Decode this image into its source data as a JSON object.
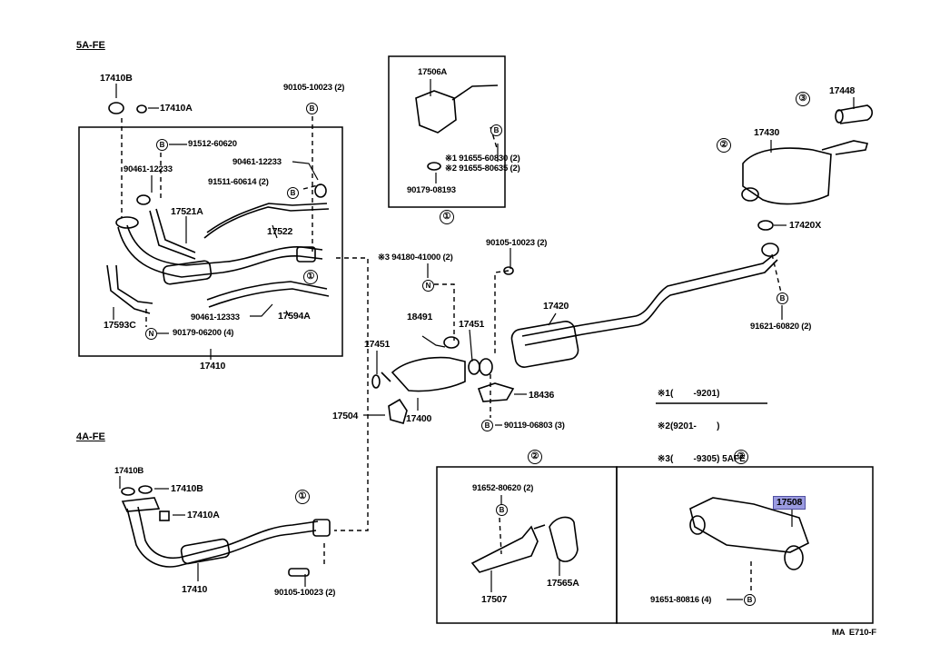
{
  "diagram": {
    "code": "MA  E710-F",
    "highlight_color": "#9b9be0",
    "sections": {
      "s5afe": "5A-FE",
      "s4afe": "4A-FE"
    },
    "callouts": {
      "c1": "①",
      "c2": "②",
      "c3": "③"
    },
    "symbols": {
      "bolt": "B",
      "nut": "N"
    },
    "legend": [
      "※1(        -9201)",
      "※2(9201-        )",
      "※3(        -9305) 5AFE"
    ],
    "parts": {
      "p17410B_top": "17410B",
      "p17410A_top": "17410A",
      "p90105_top": "90105-10023 (2)",
      "p91512": "91512-60620",
      "p90461_a": "90461-12233",
      "p90461_b": "90461-12233",
      "p91511": "91511-60614 (2)",
      "p17521A": "17521A",
      "p17522": "17522",
      "p17593C": "17593C",
      "p90461_c": "90461-12333",
      "p17594A": "17594A",
      "p90179_06200": "90179-06200 (4)",
      "p17410_box": "17410",
      "p17506A": "17506A",
      "p91655_1": "※1  91655-60830 (2)",
      "p91655_2": "※2  91655-80635 (2)",
      "p90179_08193": "90179-08193",
      "p17448": "17448",
      "p17430": "17430",
      "p17420X": "17420X",
      "p91621": "91621-60820 (2)",
      "p94180": "※3  94180-41000 (2)",
      "p90105_mid": "90105-10023 (2)",
      "p18491": "18491",
      "p17451_a": "17451",
      "p17451_b": "17451",
      "p17420": "17420",
      "p18436": "18436",
      "p17400": "17400",
      "p17504": "17504",
      "p90119": "90119-06803 (3)",
      "p17410B_4a_top": "17410B",
      "p17410B_4a_side": "17410B",
      "p17410A_4a": "17410A",
      "p17410_4a": "17410",
      "p90105_4a": "90105-10023 (2)",
      "p91652": "91652-80620 (2)",
      "p17507": "17507",
      "p17565A": "17565A",
      "p17508": "17508",
      "p91651": "91651-80816 (4)"
    }
  }
}
